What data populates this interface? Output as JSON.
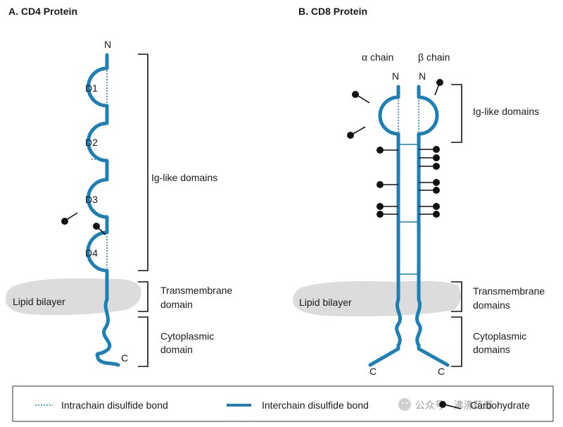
{
  "panel_a": {
    "title": "A.  CD4 Protein",
    "n_label": "N",
    "c_label": "C",
    "domains": [
      "D1",
      "D2",
      "D3",
      "D4"
    ],
    "ig_label": "Ig-like domains",
    "tm_label_1": "Transmembrane",
    "tm_label_2": "domain",
    "cyto_label_1": "Cytoplasmic",
    "cyto_label_2": "domain",
    "lipid_label": "Lipid bilayer"
  },
  "panel_b": {
    "title": "B.  CD8 Protein",
    "alpha_label": "α chain",
    "beta_label": "β chain",
    "n_left": "N",
    "n_right": "N",
    "c_left": "C",
    "c_right": "C",
    "ig_label": "Ig-like domains",
    "tm_label_1": "Transmembrane",
    "tm_label_2": "domains",
    "cyto_label_1": "Cytoplasmic",
    "cyto_label_2": "domains",
    "lipid_label": "Lipid bilayer"
  },
  "legend": {
    "intrachain": "Intrachain disulfide bond",
    "interchain": "Interchain disulfide bond",
    "carbohydrate": "Carbohydrate"
  },
  "watermark": "公众号 · 沸沸药道",
  "colors": {
    "chain": "#1c7fb5",
    "membrane": "#dcdcdc",
    "carbohydrate": "#111111",
    "bracket": "#111111"
  }
}
